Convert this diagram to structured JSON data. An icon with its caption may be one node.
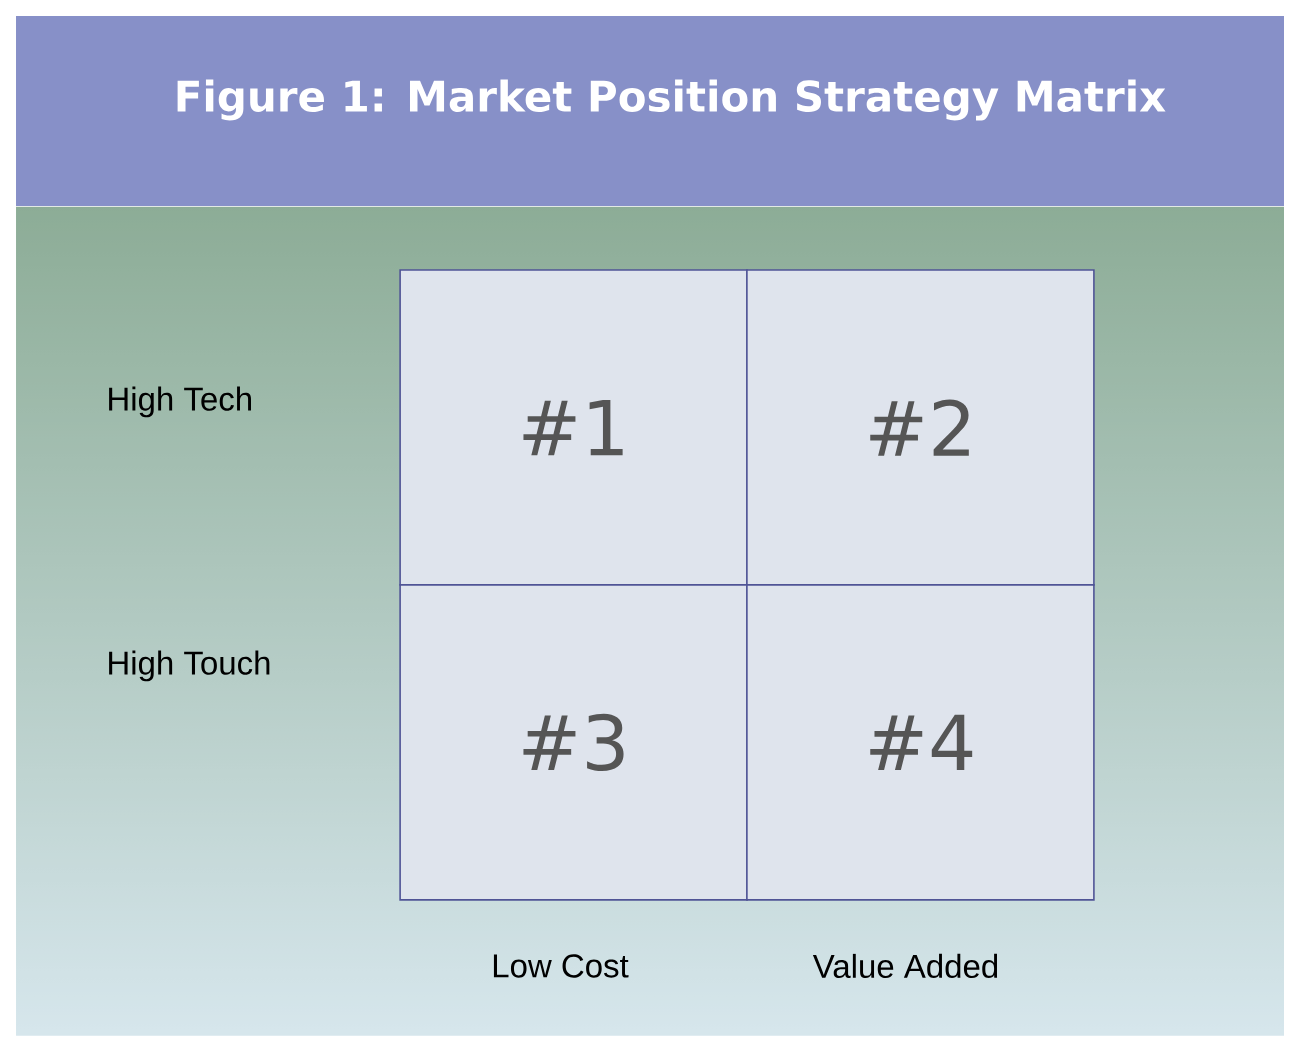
{
  "diagram": {
    "title": "Figure 1: Market Position Strategy Matrix",
    "nodes": [
      {
        "text": [
          "#1"
        ]
      },
      {
        "text": [
          "#2"
        ]
      },
      {
        "text": [
          "#3"
        ]
      },
      {
        "text": [
          "#4"
        ]
      }
    ],
    "labels": [
      "High Tech",
      "High Touch",
      "Low Cost",
      "Value Added"
    ]
  }
}
